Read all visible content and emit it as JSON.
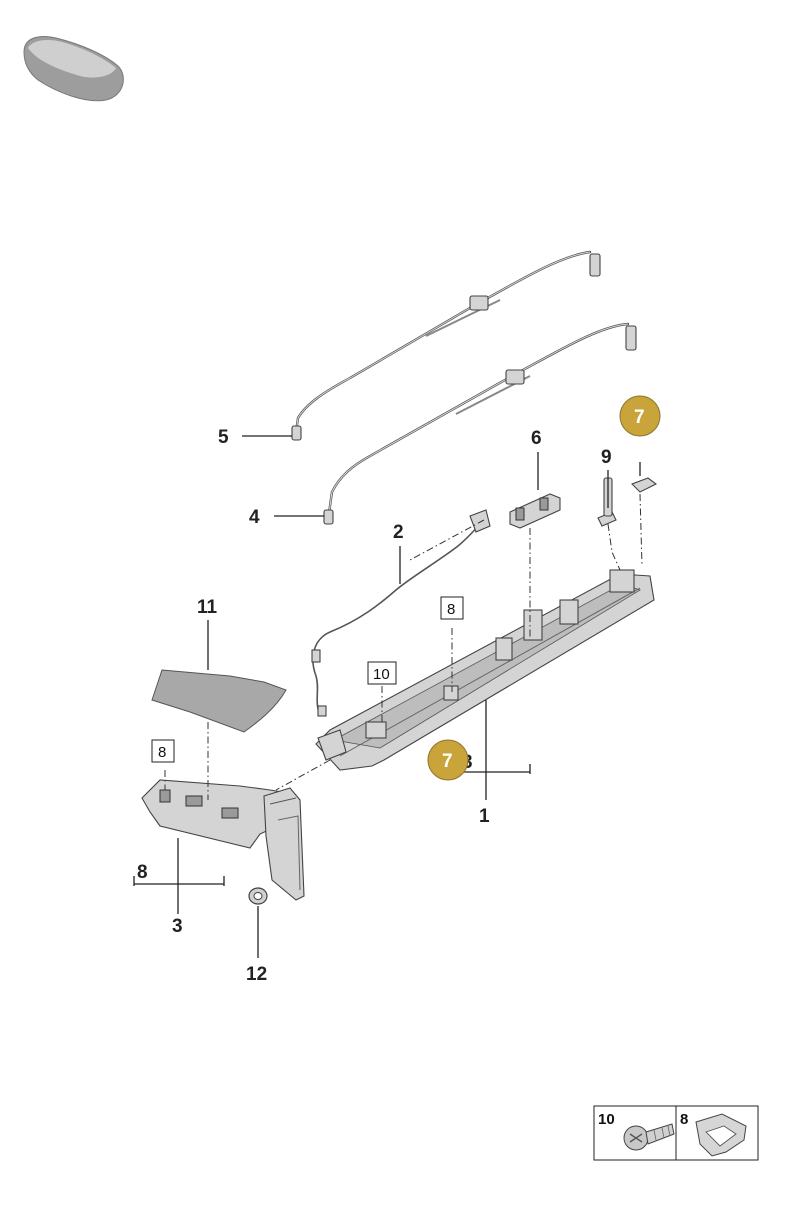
{
  "callouts": {
    "c1": "1",
    "c2": "2",
    "c3": "3",
    "c4": "4",
    "c5": "5",
    "c6": "6",
    "c8_bracket_left": "8",
    "c8_rail": "8",
    "c8_box_left": "8",
    "c9": "9",
    "c10": "10",
    "c11": "11",
    "c12": "12",
    "c7_top": "7",
    "c7_mid": "7"
  },
  "legend": {
    "item10_label": "10",
    "item8_label": "8"
  },
  "colors": {
    "badge": "#c9a43a",
    "part_fill": "#d4d4d4",
    "line": "#222222"
  },
  "icons": {
    "vehicle": "car-silhouette-icon",
    "screw": "screw-icon",
    "clip": "clip-icon"
  }
}
